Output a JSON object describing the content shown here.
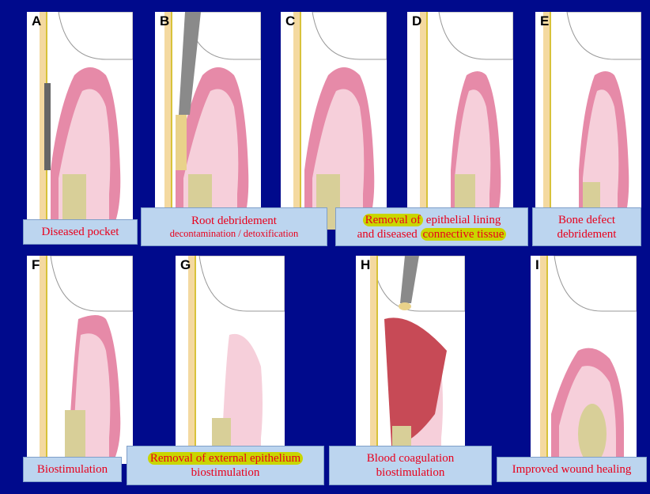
{
  "panels": [
    {
      "label": "A",
      "caption": [
        "Diseased pocket"
      ]
    },
    {
      "label": "B",
      "caption": [
        "Root debridement",
        "decontamination / detoxification"
      ]
    },
    {
      "label": "C",
      "caption": []
    },
    {
      "label": "D",
      "caption_parts": {
        "hl1": "Removal of",
        "t1": " epithelial lining",
        "t2": "and diseased ",
        "hl2": "connective tissue"
      }
    },
    {
      "label": "E",
      "caption": [
        "Bone defect",
        "debridement"
      ]
    },
    {
      "label": "F",
      "caption": [
        "Biostimulation"
      ]
    },
    {
      "label": "G",
      "caption_parts": {
        "hl1": "Removal of external epithelium",
        "t2": "biostimulation"
      }
    },
    {
      "label": "H",
      "caption": [
        "Blood coagulation",
        "biostimulation"
      ]
    },
    {
      "label": "I",
      "caption": [
        "Improved wound healing"
      ]
    }
  ],
  "colors": {
    "background": "#000a8c",
    "caption_bg": "#bcd5ef",
    "caption_text": "#e8001c",
    "highlight": "#c9d600",
    "gingiva": "#e68aa8",
    "connective": "#f6cfda",
    "bone": "#d8cf98",
    "tooth": "#f4d9a0"
  }
}
